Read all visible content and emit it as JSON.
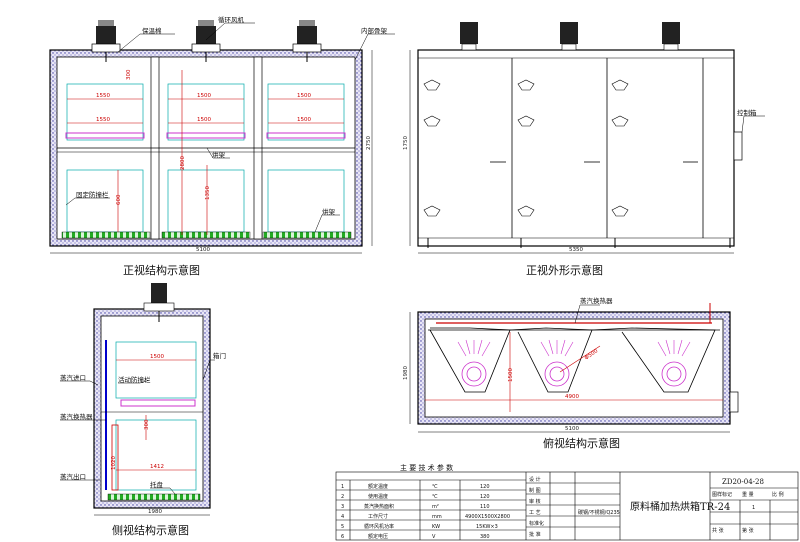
{
  "labels": {
    "insulation": "保温棉",
    "circ_fan": "循环风机",
    "inner_frame": "内部骨架",
    "fixed_rail": "固定防撞栏",
    "rack": "烘架",
    "control_box": "控制箱",
    "steam_inlet": "蒸汽进口",
    "heat_exchanger": "蒸汽换热器",
    "steam_outlet": "蒸汽出口",
    "movable_rail": "活动防撞栏",
    "tray": "托盘",
    "door": "箱门",
    "heat_exchanger_2": "蒸汽换热器",
    "rack_2": "烘架"
  },
  "captions": {
    "front_structure": "正视结构示意图",
    "front_outline": "正视外形示意图",
    "side_structure": "侧视结构示意图",
    "top_structure": "俯视结构示意图"
  },
  "dims": {
    "front_width": "5100",
    "front_height": "2750",
    "cell_w1": "1550",
    "cell_w2": "1500",
    "cell_w3": "1500",
    "cell_w4": "1550",
    "cell_w5": "1500",
    "cell_w6": "1500",
    "v300": "300",
    "v2800": "2800",
    "v1350": "1350",
    "v600": "600",
    "outline_width": "5350",
    "outline_height": "1750",
    "side_width": "1980",
    "side_inner": "1500",
    "side_1412": "1412",
    "side_1020": "1020",
    "side_300": "300",
    "top_width": "5100",
    "top_inner": "4900",
    "top_1980": "1980",
    "top_1500": "1500",
    "top_500": "Φ500"
  },
  "title_block": {
    "table_title": "主 要 技 术 参 数",
    "drawing_no": "ZD20-04-28",
    "product_name": "原料桶加热烘箱TR-24",
    "sheet": "1",
    "rows": [
      {
        "no": "1",
        "name": "额定温度",
        "unit": "℃",
        "value": "120"
      },
      {
        "no": "2",
        "name": "使用温度",
        "unit": "℃",
        "value": "120"
      },
      {
        "no": "3",
        "name": "蒸汽换热面积",
        "unit": "m²",
        "value": "110"
      },
      {
        "no": "4",
        "name": "工作尺寸",
        "unit": "mm",
        "value": "4900X1500X2800"
      },
      {
        "no": "5",
        "name": "循环风机功率",
        "unit": "KW",
        "value": "15KW×3"
      },
      {
        "no": "6",
        "name": "额定电压",
        "unit": "V",
        "value": "380"
      }
    ],
    "mid_labels": [
      "设 计",
      "制 图",
      "审 核",
      "工 艺",
      "标准化",
      "批 准"
    ],
    "mid_right": [
      "图样标记",
      "重 量",
      "比 例",
      "共 张",
      "第 张"
    ],
    "material": "碳钢/不锈钢/Q235"
  },
  "colors": {
    "line": "#000000",
    "insulation_fill": "#e8e4f4",
    "inner_grid": "#00aaaa",
    "rack": "#cc33cc",
    "dim_red": "#cc0000",
    "heater_blue": "#0000cc",
    "tray_green": "#22aa22"
  }
}
